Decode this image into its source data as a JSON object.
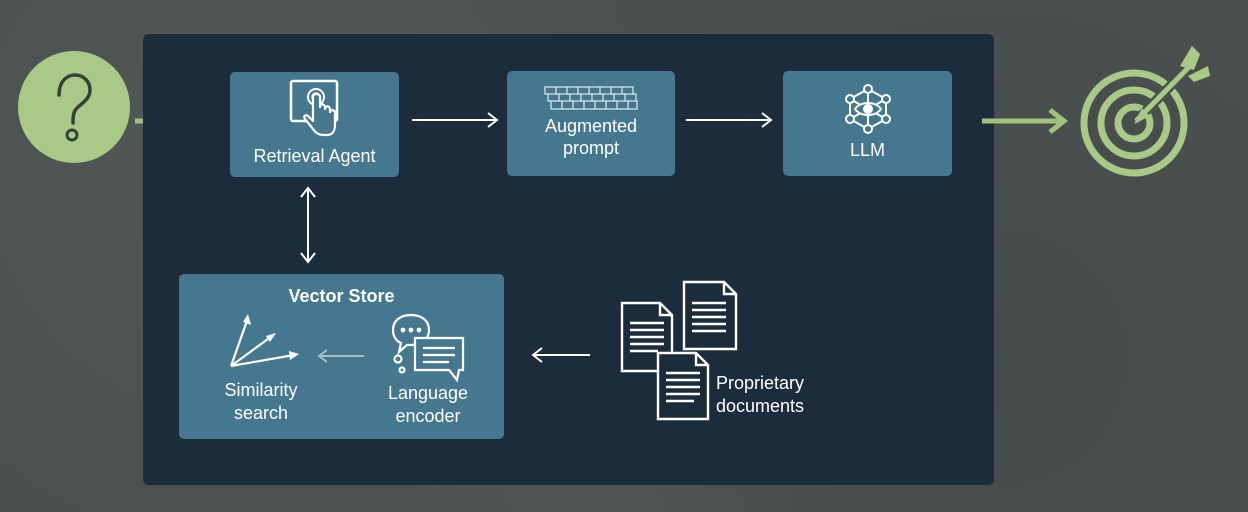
{
  "nodes": {
    "retrieval_agent": "Retrieval Agent",
    "augmented_prompt": "Augmented\nprompt",
    "llm": "LLM",
    "vector_store": {
      "title": "Vector Store",
      "similarity": "Similarity\nsearch",
      "encoder": "Language\nencoder"
    },
    "documents": "Proprietary\ndocuments"
  },
  "icons": {
    "question": "question-mark-icon",
    "target": "target-icon",
    "touch": "touch-screen-icon",
    "prompt": "prompt-grid-icon",
    "llm": "neural-network-icon",
    "vectors": "vectors-icon",
    "chat": "chat-bubbles-icon",
    "documents": "documents-icon"
  },
  "colors": {
    "background": "#4b5150",
    "panel": "#1c2c3d",
    "box": "#45788f",
    "accent_green": "#a8ca86",
    "arrow_green": "#9fc27c"
  }
}
